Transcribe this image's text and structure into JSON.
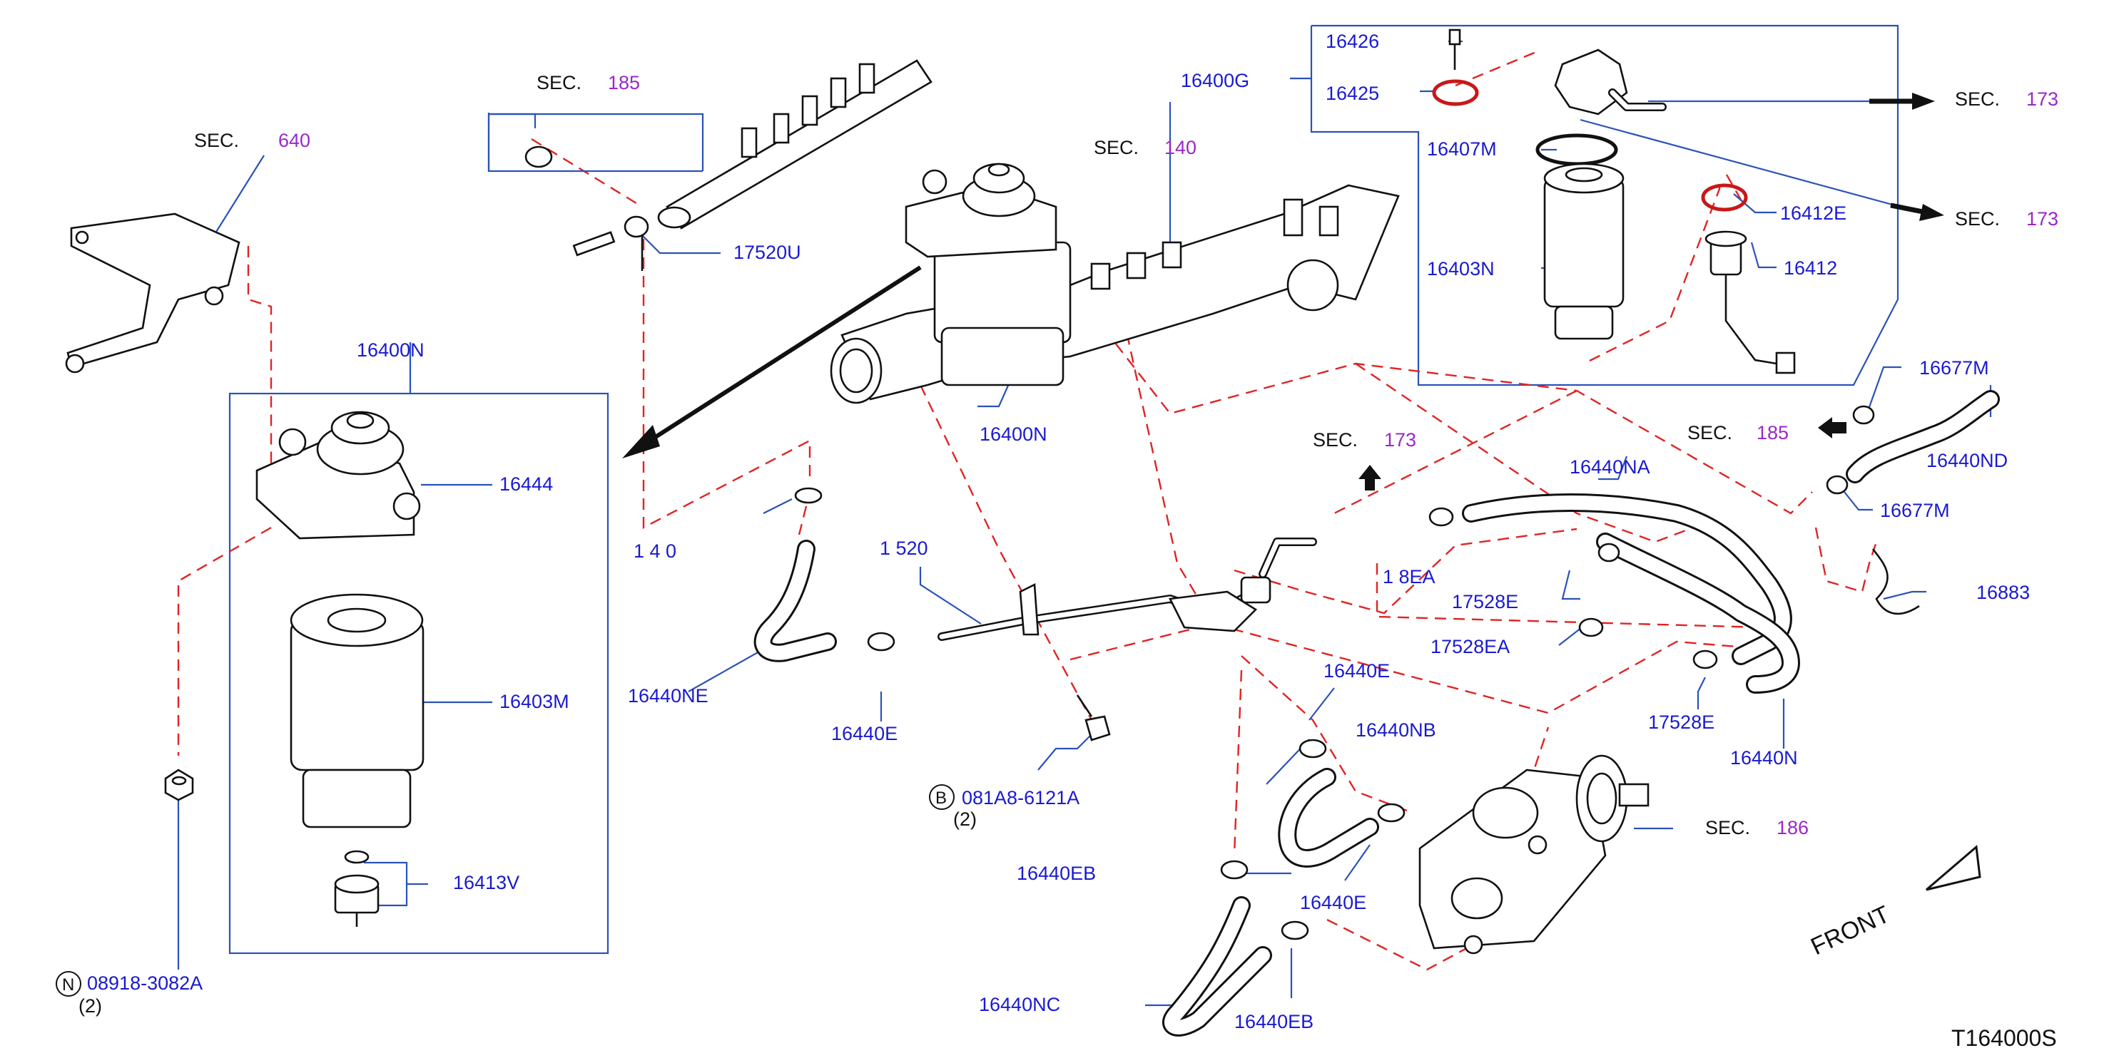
{
  "labels": {
    "p16426": "16426",
    "p16400G": "16400G",
    "p16425": "16425",
    "p16407M": "16407M",
    "p16403N": "16403N",
    "p16412E": "16412E",
    "p16412": "16412",
    "p16400N_top": "16400N",
    "p16400N_mid": "16400N",
    "p16444": "16444",
    "p16403M": "16403M",
    "p16413V": "16413V",
    "p08918": "08918-3082A",
    "p081A8": "081A8-6121A",
    "p17520U": "17520U",
    "p16677M_a": "16677M",
    "p16677M_b": "16677M",
    "p16440ND": "16440ND",
    "p16440NA": "16440NA",
    "p16883": "16883",
    "p17528E_a": "17528E",
    "p17528EA": "17528EA",
    "p17528E_b": "17528E",
    "p16440N": "16440N",
    "p16440NE": "16440NE",
    "p16440E_a": "16440E",
    "p16440E_b": "16440E",
    "p16440NB": "16440NB",
    "p16440E_c": "16440E",
    "p16440EB_a": "16440EB",
    "p16440EB_b": "16440EB",
    "p16440NC": "16440NC",
    "frag1": "1 4 0",
    "frag2": "1 520",
    "frag3": "1 8EA"
  },
  "qty": {
    "n": "(2)",
    "b": "(2)"
  },
  "circle_letters": {
    "n": "N",
    "b": "B"
  },
  "sections": {
    "sec_word": "SEC.",
    "s640": "640",
    "s185_top": "185",
    "s140": "140",
    "s173_a": "173",
    "s173_b": "173",
    "s173_c": "173",
    "s185_right": "185",
    "s186": "186"
  },
  "front": "FRONT",
  "diagram_code": "T164000S",
  "colors": {
    "part_number": "#1a1ad0",
    "section_number": "#9a28c8",
    "leader": "#2a52b8",
    "dashed": "#e02424"
  }
}
